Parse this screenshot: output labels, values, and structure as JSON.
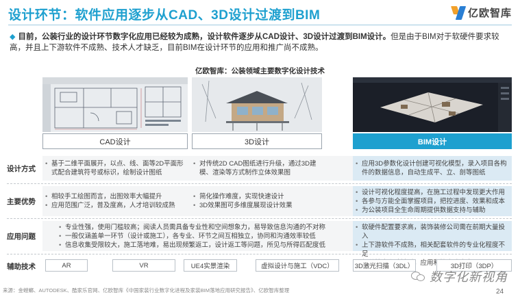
{
  "header": {
    "title": "设计环节：软件应用逐步从CAD、3D设计过渡到BIM",
    "logo_text": "亿欧智库"
  },
  "lead": {
    "bold": "目前，公装行业的设计环节数字化应用已经较为成熟，设计软件逐步从CAD设计、3D设计过渡到BIM设计。",
    "text": "但是由于BIM对于软硬件要求较高，并且上下游软件不成熟、技术人才缺乏，目前BIM在设计环节的应用和推广尚不成熟。"
  },
  "figure": {
    "title": "亿欧智库：公装领域主要数字化设计技术",
    "columns": [
      "CAD设计",
      "3D设计",
      "BIM设计"
    ]
  },
  "rows": [
    {
      "label": "设计方式",
      "cad": [
        "基于二维平面展开，以点、线、面等2D平面形式配合建筑符号或标识，绘制设计图纸"
      ],
      "three": [
        "对传统2D CAD图纸进行升级，通过3D建模、渲染等方式制作立体效果图"
      ],
      "bim": [
        "应用3D参数化设计创建可视化模型，录入项目各构件的数据信息，自动生成平、立、剖等图纸"
      ]
    },
    {
      "label": "主要优势",
      "cad": [
        "相较手工绘图而言，出图效率大幅提升",
        "应用范围广泛，普及度高，人才培训较成熟"
      ],
      "three": [
        "简化操作难度，实现快速设计",
        "3D效果图可多维度展现设计效果"
      ],
      "bim": [
        "设计可视化程度提高，在施工过程中发现更大作用",
        "各参与方能全面掌握项目，把控进度、效果和成本",
        "为公装项目全生命周期提供数据支持与辅助"
      ]
    },
    {
      "label": "应用问题",
      "shared": [
        "专业性强，使用门槛较高；阅读人员需具备专业性和空间想象力，易导致信息沟通的不对称",
        "一般仅涵盖单一环节（设计或施工），各专业、环节之间互相独立，协同和沟通效率较低",
        "信息收集受限较大，施工落地难，易出现频繁返工，设计返工等问题，所见与所得匹配度低"
      ],
      "bim": [
        "软硬件配置要求高，装饰装修公司需在前期大量投入",
        "上下游软件不成熟，相关配套软件的专业化程度不足",
        "相关技术人才缺乏，应用和推广难度大"
      ]
    }
  ],
  "support": {
    "label": "辅助技术",
    "items": [
      "AR",
      "VR",
      "UE4实景渲染",
      "虚拟设计与施工（VDC）",
      "3D激光扫描（3DL）",
      "3D打印（3DP）"
    ]
  },
  "footer": {
    "source": "来源：金螳螂、AUTODESK、酷家乐官网、亿欧智库《中国家装行业数字化进程及家装BIM落地应用研究报告》、亿欧智库整理",
    "watermark": "数字化新视角",
    "page": "24"
  },
  "colors": {
    "accent": "#1ea0cf",
    "bim_row": "#dbeaf4",
    "row_bg": "#f4f5f6"
  }
}
